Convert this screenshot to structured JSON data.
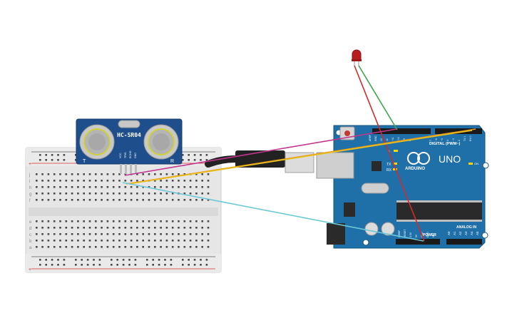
{
  "sensor": {
    "model": "HC-SR04",
    "left_mark": "T",
    "right_mark": "R",
    "pins": [
      "VCC",
      "TRIG",
      "ECHO",
      "GND"
    ]
  },
  "breadboard": {
    "rail_plus": "+",
    "rail_minus": "-",
    "row_letters_top": [
      "j",
      "i",
      "h",
      "g",
      "f"
    ],
    "row_letters_bottom": [
      "e",
      "d",
      "c",
      "b",
      "a"
    ]
  },
  "arduino": {
    "brand": "ARDUINO",
    "model": "UNO",
    "digital_label": "DIGITAL (PWM~)",
    "power_label": "POWER",
    "analog_label": "ANALOG IN",
    "tx": "TX",
    "rx": "RX",
    "on": "ON",
    "l": "L",
    "analog_pins": [
      "A0",
      "A1",
      "A2",
      "A3",
      "A4",
      "A5"
    ],
    "power_pins": [
      "IOREF",
      "RESET",
      "3.3V",
      "5V",
      "GND",
      "GND",
      "Vin"
    ],
    "digital_pins": [
      "AREF",
      "GND",
      "13",
      "12",
      "~11",
      "~10",
      "~9",
      "8",
      "7",
      "~6",
      "~5",
      "4",
      "~3",
      "2",
      "TX 1",
      "RX 0"
    ]
  },
  "colors": {
    "sensor_board": "#1e4f8c",
    "arduino_board": "#1f6fa8",
    "breadboard": "#e8e8e8",
    "wire_magenta": "#c2368c",
    "wire_orange": "#e89a1a",
    "wire_yellow": "#e6c21a",
    "wire_cyan": "#6cc8d4",
    "wire_red": "#d42a2a",
    "wire_green": "#3aa84a",
    "led": "#b81e1e"
  }
}
